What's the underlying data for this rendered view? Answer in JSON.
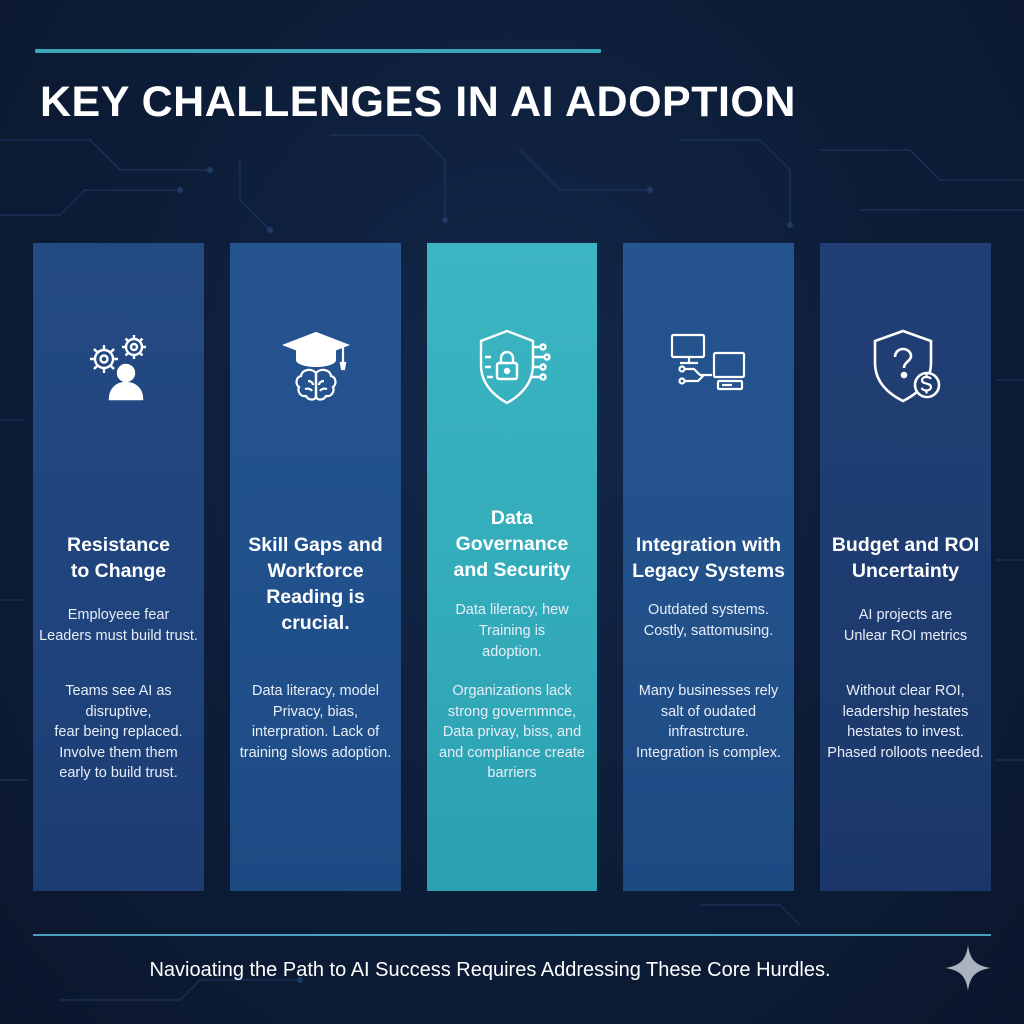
{
  "header": {
    "title": "KEY CHALLENGES IN AI ADOPTION"
  },
  "cards": [
    {
      "icon": "gears-person-icon",
      "heading_lines": [
        "Resistance",
        "to Change"
      ],
      "sub_lines": [
        "Employeee fear",
        "Leaders must build trust."
      ],
      "body_lines": [
        "Teams see AI as",
        "disruptive,",
        "fear being replaced.",
        "Involve them them",
        "early to build trust."
      ]
    },
    {
      "icon": "graduation-brain-icon",
      "heading_lines": [
        "Skill Gaps and",
        "Workforce",
        "Reading is",
        "crucial."
      ],
      "sub_lines": [],
      "body_lines": [
        "Data literacy, model",
        "Privacy, bias,",
        "interpration. Lack of",
        "training slows adoption."
      ]
    },
    {
      "icon": "shield-lock-circuit-icon",
      "heading_lines": [
        "Data",
        "Governance",
        "and Security"
      ],
      "sub_lines": [
        "Data lileracy, hew",
        "Training is",
        "adoption."
      ],
      "body_lines": [
        "Organizations lack",
        "strong governmnce,",
        "Data privay, biss, and",
        "and compliance create",
        "barriers"
      ]
    },
    {
      "icon": "legacy-computers-icon",
      "heading_lines": [
        "Integration with",
        "Legacy Systems"
      ],
      "sub_lines": [
        "Outdated systems.",
        "Costly, sattomusing."
      ],
      "body_lines": [
        "Many businesses rely",
        "salt of oudated",
        "infrastrcture.",
        "Integration is complex."
      ]
    },
    {
      "icon": "shield-question-dollar-icon",
      "heading_lines": [
        "Budget and ROI",
        "Uncertainty"
      ],
      "sub_lines": [
        "AI projects are",
        "Unlear ROI metrics"
      ],
      "body_lines": [
        "Without clear ROI,",
        "leadership hestates",
        "hestates to invest.",
        "Phased rolloots needed."
      ]
    }
  ],
  "footer": {
    "tagline": "Navioating the Path to AI Success Requires Addressing These Core Hurdles.",
    "icon": "sparkle-icon"
  },
  "colors": {
    "background": "#0d1d38",
    "accent_rule": "#3aa8b8",
    "card_blue": "#22498a",
    "card_teal": "#34adbb",
    "text": "#ffffff"
  }
}
